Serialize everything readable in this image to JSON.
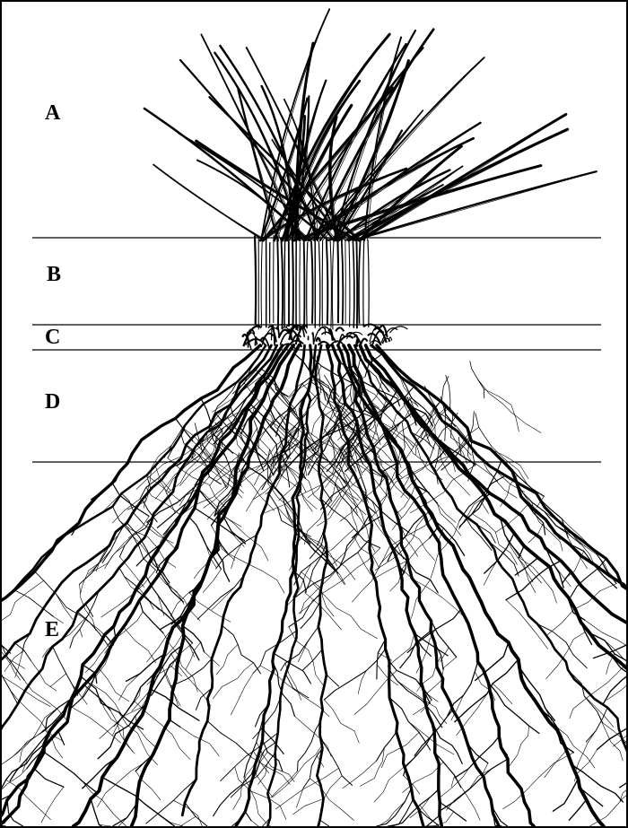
{
  "zones": [
    {
      "id": "A",
      "label": "A"
    },
    {
      "id": "B",
      "label": "B"
    },
    {
      "id": "C",
      "label": "C"
    },
    {
      "id": "D",
      "label": "D"
    },
    {
      "id": "E",
      "label": "E"
    }
  ],
  "colors": {
    "ink": "#000000",
    "background": "#ffffff"
  }
}
